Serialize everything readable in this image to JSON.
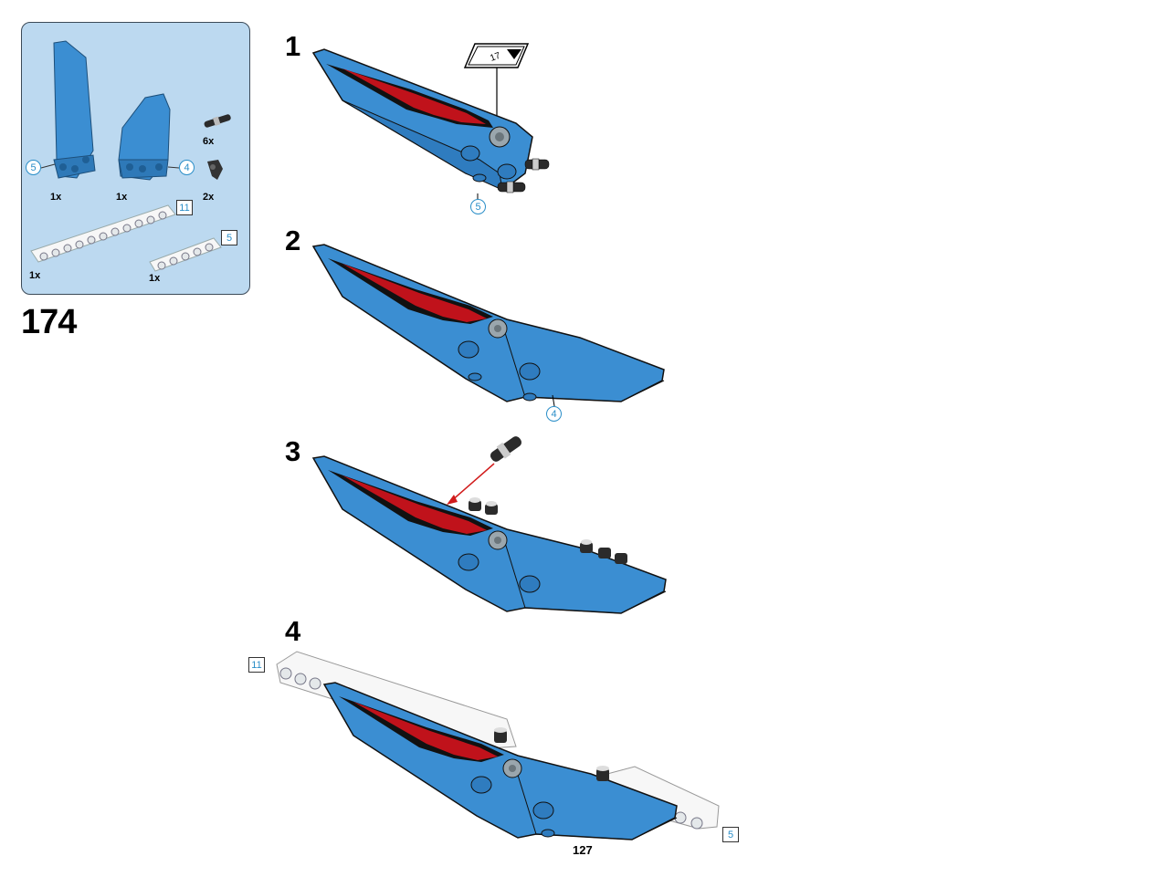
{
  "step_number": "174",
  "page_number": "127",
  "colors": {
    "panel": "#bcd9f0",
    "part_blue": "#3b8ed2",
    "decal_red": "#c0121b",
    "callout_blue": "#2a8ec8"
  },
  "parts_list": {
    "panel_left": {
      "qty": "1x",
      "ref": "5"
    },
    "panel_right": {
      "qty": "1x",
      "ref": "4"
    },
    "pin_axle": {
      "qty": "6x"
    },
    "connector": {
      "qty": "2x"
    },
    "beam_long": {
      "qty": "1x",
      "length": "11"
    },
    "beam_short": {
      "qty": "1x",
      "length": "5"
    }
  },
  "steps": [
    {
      "number": "1",
      "sticker": "17",
      "callout": "5"
    },
    {
      "number": "2",
      "callout": "4"
    },
    {
      "number": "3"
    },
    {
      "number": "4",
      "beam_left": "11",
      "beam_right": "5"
    }
  ]
}
